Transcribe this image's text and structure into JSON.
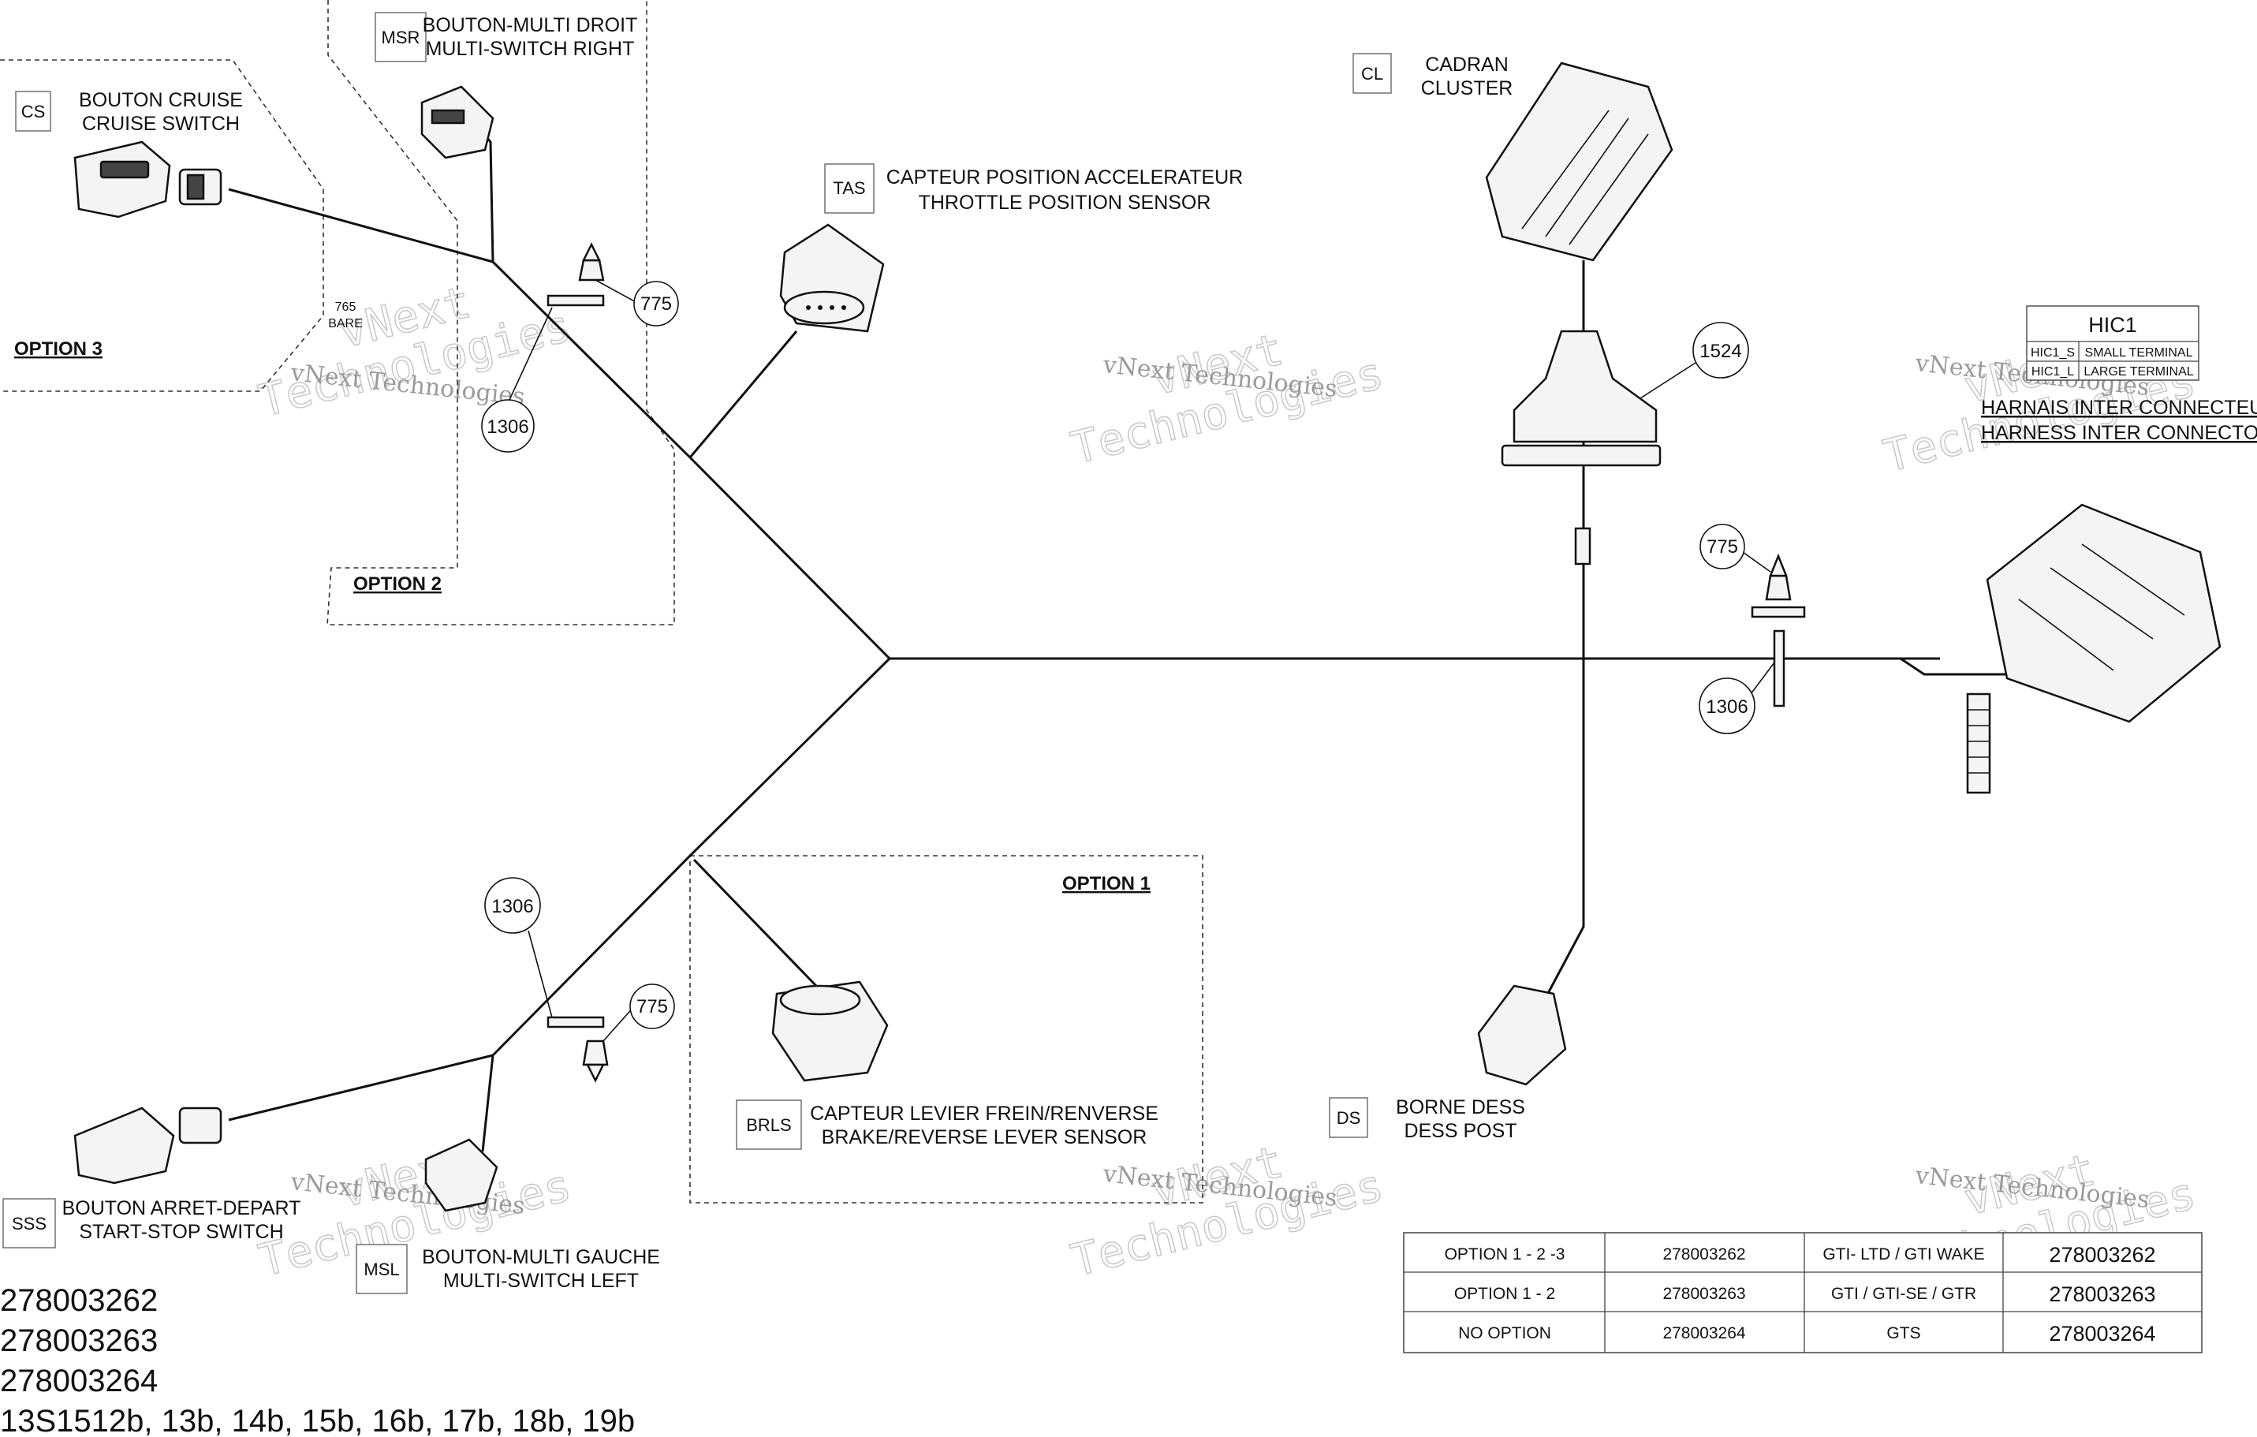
{
  "components": {
    "cs": {
      "code": "CS",
      "label_fr": "BOUTON CRUISE",
      "label_en": "CRUISE SWITCH"
    },
    "msr": {
      "code": "MSR",
      "label_fr": "BOUTON-MULTI DROIT",
      "label_en": "MULTI-SWITCH RIGHT"
    },
    "tas": {
      "code": "TAS",
      "label_fr": "CAPTEUR POSITION ACCELERATEUR",
      "label_en": "THROTTLE POSITION SENSOR"
    },
    "cl": {
      "code": "CL",
      "label_fr": "CADRAN",
      "label_en": "CLUSTER"
    },
    "hic": {
      "label_fr": "HARNAIS INTER CONNECTEUR",
      "label_en": "HARNESS INTER CONNECTOR"
    },
    "brls": {
      "code": "BRLS",
      "label_fr": "CAPTEUR LEVIER FREIN/RENVERSE",
      "label_en": "BRAKE/REVERSE LEVER SENSOR"
    },
    "ds": {
      "code": "DS",
      "label_fr": "BORNE DESS",
      "label_en": "DESS POST"
    },
    "sss": {
      "code": "SSS",
      "label_fr": "BOUTON ARRET-DEPART",
      "label_en": "START-STOP SWITCH"
    },
    "msl": {
      "code": "MSL",
      "label_fr": "BOUTON-MULTI GAUCHE",
      "label_en": "MULTI-SWITCH LEFT"
    }
  },
  "options": {
    "option1": "OPTION 1",
    "option2": "OPTION 2",
    "option3": "OPTION 3"
  },
  "notes": {
    "bare_num": "765",
    "bare_word": "BARE"
  },
  "refs": {
    "r775_top": "775",
    "r1306_top": "1306",
    "r1524": "1524",
    "r775_right": "775",
    "r1306_right": "1306",
    "r1306_bottom": "1306",
    "r775_bottom": "775"
  },
  "hic_table": {
    "title": "HIC1",
    "rows": [
      {
        "code": "HIC1_S",
        "desc": "SMALL TERMINAL"
      },
      {
        "code": "HIC1_L",
        "desc": "LARGE TERMINAL"
      }
    ]
  },
  "option_table": {
    "rows": [
      {
        "option": "OPTION 1 - 2 -3",
        "part": "278003262",
        "models": "GTI- LTD  /  GTI WAKE",
        "part_big": "278003262"
      },
      {
        "option": "OPTION 1 - 2",
        "part": "278003263",
        "models": "GTI  /  GTI-SE  /  GTR",
        "part_big": "278003263"
      },
      {
        "option": "NO  OPTION",
        "part": "278003264",
        "models": "GTS",
        "part_big": "278003264"
      }
    ]
  },
  "part_numbers": [
    "278003262",
    "278003263",
    "278003264"
  ],
  "figure_ref": "13S1512b, 13b, 14b, 15b, 16b, 17b, 18b, 19b",
  "watermark": {
    "line1": "vNext Technologies",
    "line2": "vNext",
    "line3": "Technologies"
  }
}
